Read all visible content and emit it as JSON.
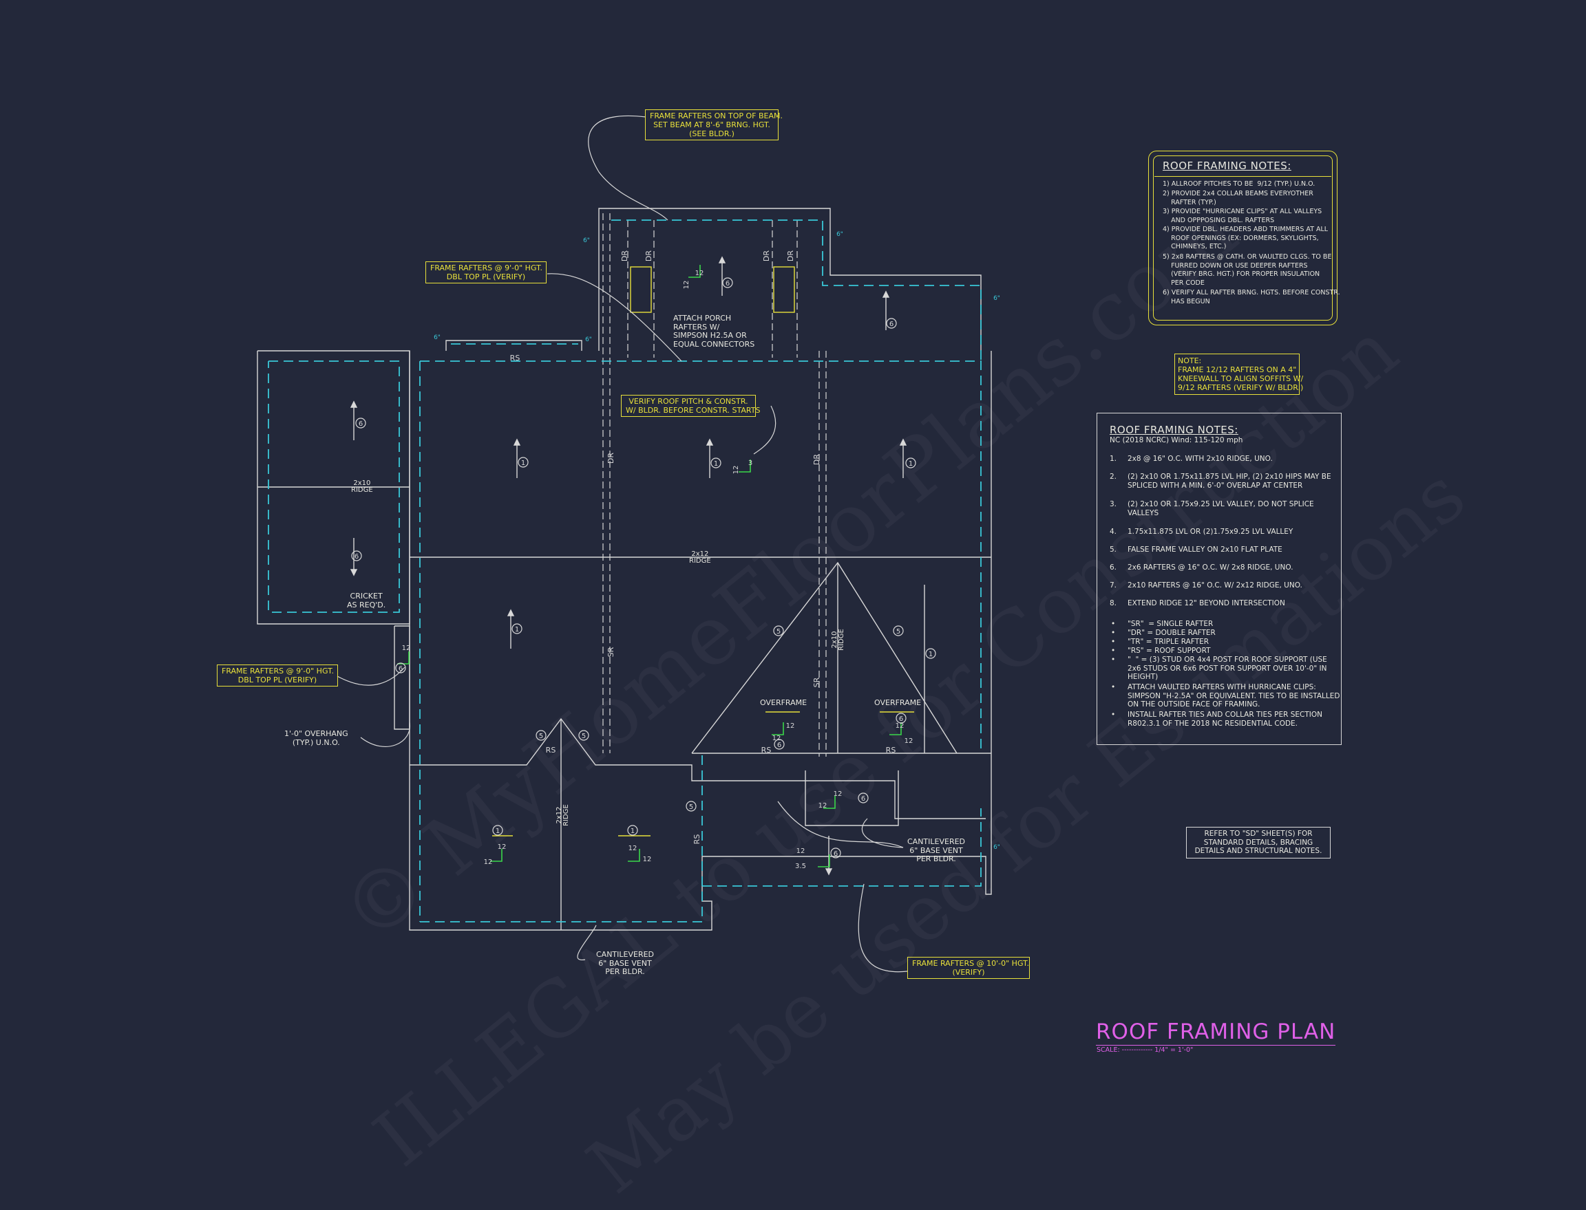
{
  "watermark": {
    "line1": "© MyHomeFloorPlans.com",
    "line2": "ILLEGAL to use for Construction",
    "line3": "May be used for Estimations"
  },
  "title": {
    "main": "ROOF FRAMING PLAN",
    "scale": "SCALE: ------------- 1/4\" = 1'-0\""
  },
  "notes_box_1": {
    "title": "ROOF FRAMING NOTES:",
    "items": [
      "1) ALLROOF PITCHES TO BE  9/12 (TYP.) U.N.O.",
      "2) PROVIDE 2x4 COLLAR BEAMS EVERYOTHER\n    RAFTER (TYP.)",
      "3) PROVIDE \"HURRICANE CLIPS\" AT ALL VALLEYS\n    AND OPPPOSING DBL. RAFTERS",
      "4) PROVIDE DBL. HEADERS ABD TRIMMERS AT ALL\n    ROOF OPENINGS (EX: DORMERS, SKYLIGHTS,\n    CHIMNEYS, ETC.)",
      "5) 2x8 RAFTERS @ CATH. OR VAULTED CLGS. TO BE\n    FURRED DOWN OR USE DEEPER RAFTERS\n    (VERIFY BRG. HGT.) FOR PROPER INSULATION\n    PER CODE",
      "6) VERIFY ALL RAFTER BRNG. HGTS. BEFORE CONSTR.\n    HAS BEGUN"
    ]
  },
  "note_kneewall": "NOTE:\nFRAME 12/12 RAFTERS ON A 4\"\nKNEEWALL TO ALIGN SOFFITS W/\n9/12 RAFTERS (VERIFY W/ BLDR.)",
  "notes_box_2": {
    "title": "ROOF FRAMING NOTES:",
    "subtitle": "NC (2018 NCRC) Wind: 115-120 mph",
    "items": [
      {
        "num": "1.",
        "text": "2x8 @ 16\" O.C. WITH 2x10 RIDGE, UNO."
      },
      {
        "num": "2.",
        "text": "(2) 2x10 OR 1.75x11.875 LVL HIP, (2) 2x10 HIPS MAY BE\nSPLICED WITH A MIN. 6'-0\" OVERLAP AT CENTER"
      },
      {
        "num": "3.",
        "text": "(2) 2x10 OR 1.75x9.25 LVL VALLEY, DO NOT SPLICE\nVALLEYS"
      },
      {
        "num": "4.",
        "text": "1.75x11.875 LVL OR (2)1.75x9.25 LVL VALLEY"
      },
      {
        "num": "5.",
        "text": "FALSE FRAME VALLEY ON 2x10 FLAT PLATE"
      },
      {
        "num": "6.",
        "text": "2x6 RAFTERS @ 16\" O.C. W/ 2x8 RIDGE, UNO."
      },
      {
        "num": "7.",
        "text": "2x10 RAFTERS @ 16\" O.C. W/ 2x12 RIDGE, UNO."
      },
      {
        "num": "8.",
        "text": "EXTEND RIDGE 12\" BEYOND INTERSECTION"
      }
    ],
    "bullets": [
      "\"SR\"  = SINGLE RAFTER",
      "\"DR\" = DOUBLE RAFTER",
      "\"TR\" = TRIPLE RAFTER",
      "\"RS\" = ROOF SUPPORT",
      "\"  \" = (3) STUD OR 4x4 POST FOR ROOF SUPPORT (USE\n2x6 STUDS OR 6x6 POST FOR SUPPORT OVER 10'-0\" IN\nHEIGHT)",
      "ATTACH VAULTED RAFTERS WITH HURRICANE CLIPS:\nSIMPSON \"H-2.5A\" OR EQUIVALENT. TIES TO BE INSTALLED\nON THE OUTSIDE FACE OF FRAMING.",
      "INSTALL RAFTER TIES AND COLLAR TIES PER SECTION\nR802.3.1 OF THE 2018 NC RESIDENTIAL CODE."
    ]
  },
  "refer_note": "REFER TO \"SD\" SHEET(S) FOR\nSTANDARD DETAILS, BRACING\nDETAILS AND STRUCTURAL NOTES.",
  "callouts": {
    "beam": "FRAME RAFTERS ON TOP OF BEAM.\nSET BEAM AT 8'-6\" BRNG. HGT.\n(SEE BLDR.)",
    "top_left": "FRAME RAFTERS @ 9'-0\" HGT.\nDBL TOP PL (VERIFY)",
    "verify_pitch": "VERIFY ROOF PITCH & CONSTR.\nW/ BLDR. BEFORE CONSTR. STARTS",
    "left": "FRAME RAFTERS @ 9'-0\" HGT.\nDBL TOP PL (VERIFY)",
    "bottom_right": "FRAME RAFTERS @ 10'-0\" HGT.\n(VERIFY)"
  },
  "labels": {
    "attach_porch": "ATTACH PORCH\nRAFTERS W/\nSIMPSON H2.5A OR\nEQUAL CONNECTORS",
    "cricket": "CRICKET\nAS REQ'D.",
    "overhang": "1'-0\" OVERHANG\n(TYP.) U.N.O.",
    "cantilever_bottom": "CANTILEVERED\n6\" BASE VENT\nPER BLDR.",
    "cantilever_right": "CANTILEVERED\n6\" BASE VENT\nPER BLDR.",
    "overframe_1": "OVERFRAME",
    "overframe_2": "OVERFRAME",
    "ridge_2x10_left": "2x10\nRIDGE",
    "ridge_2x12_center": "2x12\nRIDGE",
    "ridge_2x10_vert": "2x10\nRIDGE",
    "ridge_2x12_bottom": "2x12\nRIDGE",
    "dr": "DR",
    "sr": "SR",
    "rs": "RS",
    "overhang_6": "6\"",
    "pitch_12": "12",
    "pitch_3": "3",
    "pitch_3_5": "3.5"
  },
  "circle_tags": {
    "one": "1",
    "five": "5",
    "six": "6"
  },
  "colors": {
    "background": "#23283a",
    "linework": "#d8d8d8",
    "dashed_outline": "#3ac8d8",
    "callout": "#e8e03a",
    "title": "#e060e8",
    "pitch": "#3ad84a"
  }
}
